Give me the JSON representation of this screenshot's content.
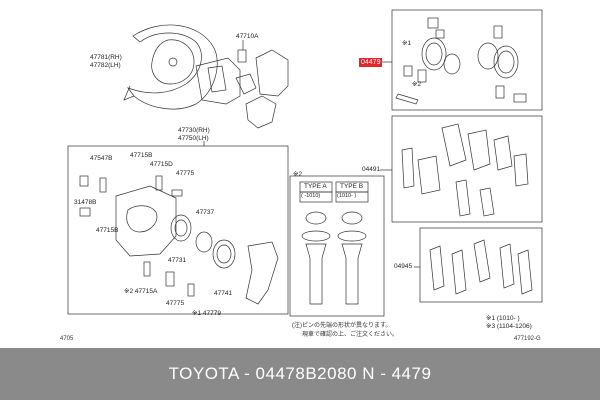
{
  "labels": {
    "p47781": "47781(RH)",
    "p47782": "47782(LH)",
    "p47710A": "47710A",
    "p47730": "47730(RH)",
    "p47750": "47750(LH)",
    "p47547B": "47547B",
    "p47715B_top": "47715B",
    "p47715D": "47715D",
    "p47775_top": "47775",
    "p31478B": "31478B",
    "p47715B_left": "47715B",
    "p47737": "47737",
    "p47731": "47731",
    "p47715A": "※2 47715A",
    "p47775_bottom": "47775",
    "p47741": "47741",
    "p47779": "※1 47779",
    "p04479": "04479",
    "p04491": "04491",
    "p04945": "04945",
    "mark1_kit": "※1",
    "mark2_kit": "※2",
    "mark2_title": "※2",
    "typeA": "TYPE A",
    "typeB": "TYPE B",
    "typeA_range": "(    -1010)",
    "typeB_range": "(1010-    )",
    "note_line1": "(注)ピンの先端の形状が異なります。",
    "note_line2": "現車で確認の上、ご注文ください。",
    "note_shim1": "※1 (1010-    )",
    "note_shim3": "※3 (1104-1206)",
    "code_left": "4705",
    "code_right": "477192-G"
  },
  "footer": {
    "text": "TOYOTA - 04478B2080     N - 4479"
  },
  "colors": {
    "footer_bg": "#8a8a8a",
    "highlight": "#e3262b",
    "line": "#333333"
  }
}
